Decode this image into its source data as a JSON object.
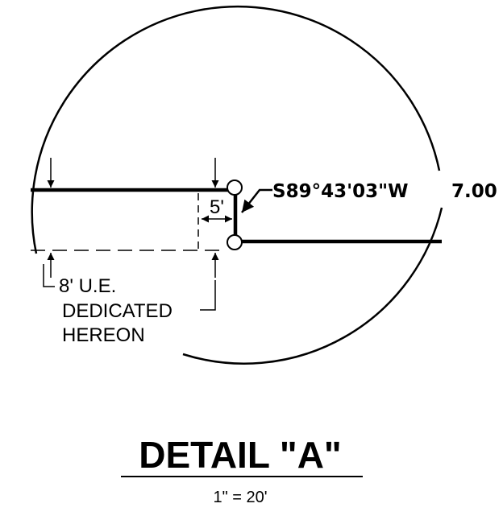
{
  "detail": {
    "bearing": "S89°43'03\"W",
    "distance": "7.00",
    "setback": "5'",
    "easement_note": [
      "8' U.E.",
      "DEDICATED",
      "HEREON"
    ],
    "title": "DETAIL \"A\"",
    "scale": "1\" = 20'"
  }
}
